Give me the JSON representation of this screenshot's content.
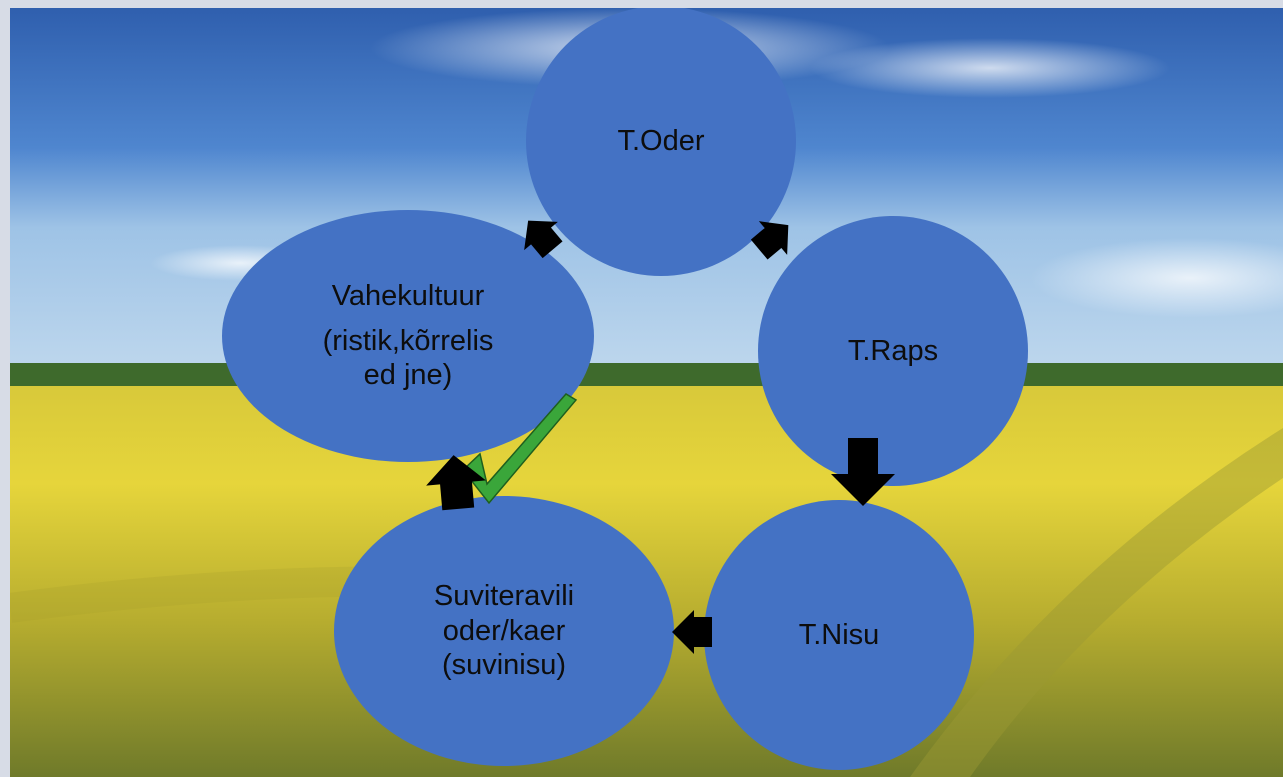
{
  "nodes": {
    "t_oder": {
      "label": "T.Oder"
    },
    "t_raps": {
      "label": "T.Raps"
    },
    "t_nisu": {
      "label": "T.Nisu"
    },
    "suviteravili": {
      "line1": "Suviteravili",
      "line2": "oder/kaer",
      "line3": "(suvinisu)"
    },
    "vahekultuur": {
      "line1": "Vahekultuur",
      "line2": "(ristik,kõrrelis",
      "line3": "ed jne)"
    }
  },
  "colors": {
    "node_fill": "#4472c4",
    "arrow": "#000000",
    "checkmark": "#3aa63a"
  },
  "icons": [
    "arrow-icon",
    "checkmark-icon"
  ]
}
